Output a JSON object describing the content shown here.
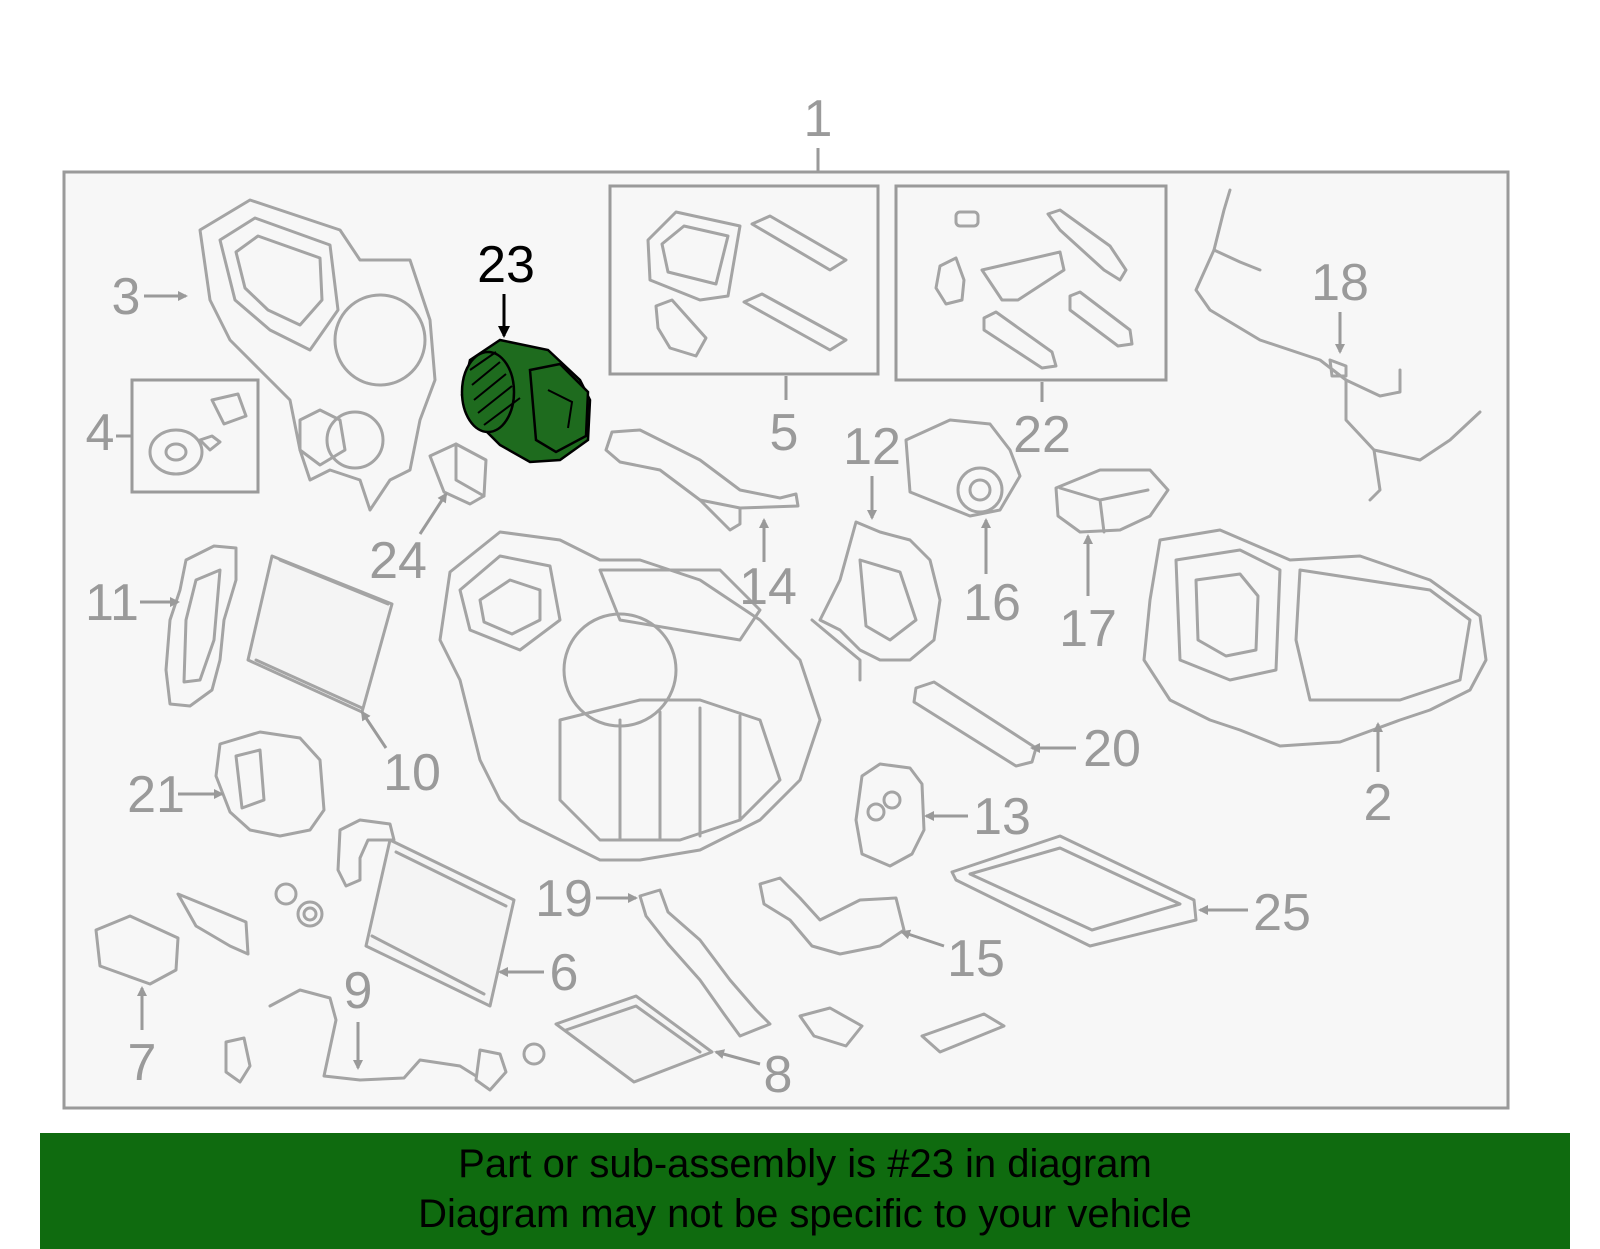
{
  "diagram": {
    "highlighted_part": "23",
    "highlight_color": "#1e6b1e",
    "labels": {
      "p1": "1",
      "p2": "2",
      "p3": "3",
      "p4": "4",
      "p5": "5",
      "p6": "6",
      "p7": "7",
      "p8": "8",
      "p9": "9",
      "p10": "10",
      "p11": "11",
      "p12": "12",
      "p13": "13",
      "p14": "14",
      "p15": "15",
      "p16": "16",
      "p17": "17",
      "p18": "18",
      "p19": "19",
      "p20": "20",
      "p21": "21",
      "p22": "22",
      "p23": "23",
      "p24": "24",
      "p25": "25"
    }
  },
  "banner": {
    "line1": "Part or sub-assembly is #23 in diagram",
    "line2": "Diagram may not be specific to your vehicle",
    "background": "#0f6b0f"
  }
}
